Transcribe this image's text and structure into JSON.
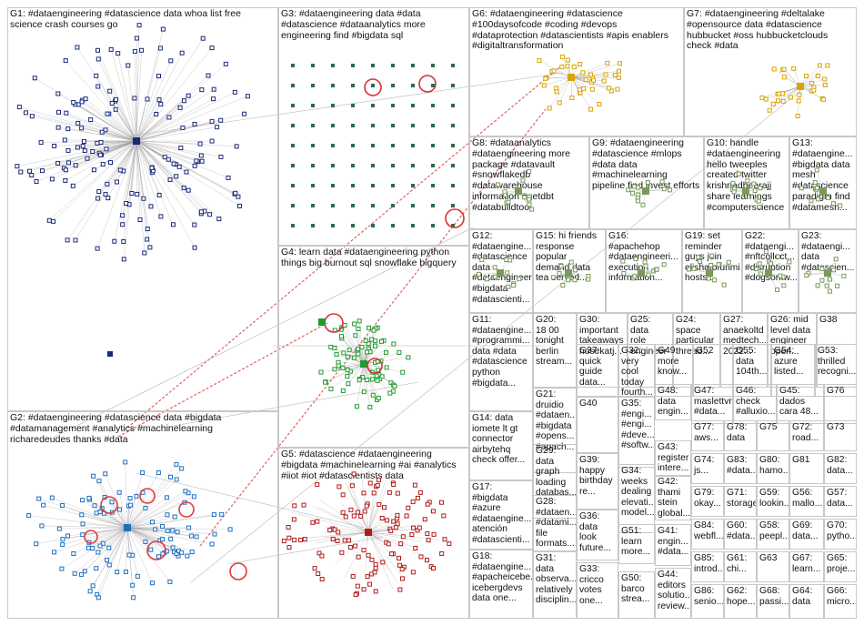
{
  "colors": {
    "G1": "#1a2a7a",
    "G2": "#1f6fbf",
    "G3": "#2e6b4e",
    "G4": "#1f9a2e",
    "G5": "#b31b1b",
    "G6": "#d9a400",
    "G7": "#d9a400",
    "other": "#7a9a5a",
    "edge": "#9a9a9a",
    "cross_edge": "#cc2222"
  },
  "groups": [
    {
      "id": "G1",
      "text": "G1: #dataengineering #datascience data whoa list free\nscience crash courses go"
    },
    {
      "id": "G2",
      "text": "G2: #dataengineering #datascience data #bigdata\n#datamanagement #analytics #machinelearning\nricharedeudes thanks #data"
    },
    {
      "id": "G3",
      "text": "G3: #dataengineering data #data\n#datascience #dataanalytics more\nengineering find #bigdata sql"
    },
    {
      "id": "G4",
      "text": "G4: learn data #dataengineering python\nthings big burnout sql snowflake bigquery"
    },
    {
      "id": "G5",
      "text": "G5: #datascience #dataengineering\n#bigdata #machinelearning #ai #analytics\n#iiot #iot #datascientists data"
    },
    {
      "id": "G6",
      "text": "G6: #dataengineering #datascience\n#100daysofcode #coding #devops\n#dataprotection #datascientists #apis enablers\n#digitaltransformation"
    },
    {
      "id": "G7",
      "text": "G7: #dataengineering #deltalake\n#opensource data #datascience\nhubbucket #oss hubbucketclouds\ncheck #data"
    },
    {
      "id": "G8",
      "text": "G8: #dataanalytics\n#dataengineering more\npackage #datavault\n#snowflakedb\n#datawarehouse\ninformation #getdbt\n#databuildtool"
    },
    {
      "id": "G9",
      "text": "G9: #dataengineering\n#datascience #mlops\n#data data\n#machinelearning\npipeline find invest efforts"
    },
    {
      "id": "G10",
      "text": "G10: handle\n#dataengineering\nhello tweeples\ncreated twitter\nkrishnadheerajj\nshare learnings\n#computerscience"
    },
    {
      "id": "G13",
      "text": "G13:\n#dataengine...\n#bigdata data\nmesh\n#datascience\nparadigm find\n#datamesh..."
    },
    {
      "id": "G12",
      "text": "G12:\n#dataengine...\n#datascience\ndata\n#dataengineer\n#bigdata\n#datascienti..."
    },
    {
      "id": "G15",
      "text": "G15: hi friends\nresponse\npopular\ndemand data\ntea served..."
    },
    {
      "id": "G16",
      "text": "G16:\n#apachehop\n#dataengineeri...\nexecution\ninformation..."
    },
    {
      "id": "G19",
      "text": "G19: set\nreminder\nguys join\nelishatofunmi\nhosts..."
    },
    {
      "id": "G22",
      "text": "G22:\n#dataengi...\n#nftcollect...\n#disruption\n#dogsontw..."
    },
    {
      "id": "G23",
      "text": "G23:\n#dataengi...\ndata\n#datascien..."
    },
    {
      "id": "G20",
      "text": "G20:\n18 00\ntonight\nberlin\nstream..."
    },
    {
      "id": "G30",
      "text": "G30:\nimportant\ntakeaways\nhosekatj..."
    },
    {
      "id": "G25",
      "text": "G25: data\nrole\nengineer"
    },
    {
      "id": "G24",
      "text": "G24:\nspace\nparticular\nthread..."
    },
    {
      "id": "G27",
      "text": "G27:\nanaekoltd\nmedtech...\n2022..."
    },
    {
      "id": "G26",
      "text": "G26: mid\nlevel data\nengineer\nopen..."
    },
    {
      "id": "G38",
      "text": "G38"
    },
    {
      "id": "G11",
      "text": "G11:\n#dataengine...\n#programmi...\ndata #data\n#datascience\npython\n#bigdata..."
    },
    {
      "id": "G21",
      "text": "G21:\ndruidio\n#dataen...\n#bigdata\n#opens...\n#apach..."
    },
    {
      "id": "G37",
      "text": "G37:\nquick\nguide\ndata..."
    },
    {
      "id": "G32",
      "text": "G32:\nvery\ncool\ntoday\nfourth..."
    },
    {
      "id": "G49",
      "text": "G49:\nmore\nknow..."
    },
    {
      "id": "G52",
      "text": "G52"
    },
    {
      "id": "G55",
      "text": "G55:\ndata\n104th..."
    },
    {
      "id": "G54",
      "text": "G54:\nazure\nlisted..."
    },
    {
      "id": "G53",
      "text": "G53:\nthrilled\nrecogni..."
    },
    {
      "id": "G47",
      "text": "G47:\nmaslettvr\n#data..."
    },
    {
      "id": "G46",
      "text": "G46:\ncheck\n#alluxio..."
    },
    {
      "id": "G45",
      "text": "G45:\ndados\ncara 48..."
    },
    {
      "id": "G76",
      "text": "G76"
    },
    {
      "id": "G14",
      "text": "G14: data\niomete lt gt\nconnector\nairbytehq\ncheck offer..."
    },
    {
      "id": "G40",
      "text": "G40"
    },
    {
      "id": "G35",
      "text": "G35:\n#engi...\n#engi...\n#deve...\n#softw..."
    },
    {
      "id": "G48",
      "text": "G48:\ndata\nengin..."
    },
    {
      "id": "G77",
      "text": "G77:\naws..."
    },
    {
      "id": "G78",
      "text": "G78:\ndata"
    },
    {
      "id": "G75",
      "text": "G75"
    },
    {
      "id": "G72",
      "text": "G72:\nroad..."
    },
    {
      "id": "G73",
      "text": "G73"
    },
    {
      "id": "G29",
      "text": "G29:\ndata\ngraph\nloading\ndatabas..."
    },
    {
      "id": "G39",
      "text": "G39:\nhappy\nbirthday\nre..."
    },
    {
      "id": "G43",
      "text": "G43:\nregister\ninterе..."
    },
    {
      "id": "G74",
      "text": "G74:\njs..."
    },
    {
      "id": "G83",
      "text": "G83:\n#data..."
    },
    {
      "id": "G80",
      "text": "G80:\nhamo..."
    },
    {
      "id": "G81",
      "text": "G81"
    },
    {
      "id": "G82",
      "text": "G82:\ndata..."
    },
    {
      "id": "G17",
      "text": "G17: #bigdata\n#azure\n#dataengine...\natención\n#datascienti..."
    },
    {
      "id": "G34",
      "text": "G34:\nweeks\ndealing\nelevati...\nmodel..."
    },
    {
      "id": "G42",
      "text": "G42:\nthami\nstein\nglobal..."
    },
    {
      "id": "G79",
      "text": "G79:\nokay..."
    },
    {
      "id": "G71",
      "text": "G71:\nstorage"
    },
    {
      "id": "G59",
      "text": "G59:\nlookin..."
    },
    {
      "id": "G56",
      "text": "G56:\nmallo..."
    },
    {
      "id": "G57",
      "text": "G57:\ndata..."
    },
    {
      "id": "G28",
      "text": "G28:\n#dataen...\n#datami...\nfile\nformats..."
    },
    {
      "id": "G36",
      "text": "G36:\ndata\nlook\nfuture..."
    },
    {
      "id": "G51",
      "text": "G51:\nlearn\nmore..."
    },
    {
      "id": "G41",
      "text": "G41:\nengin...\n#data..."
    },
    {
      "id": "G84",
      "text": "G84:\nwebfl..."
    },
    {
      "id": "G60",
      "text": "G60:\n#data..."
    },
    {
      "id": "G58",
      "text": "G58:\npeepl..."
    },
    {
      "id": "G69",
      "text": "G69:\ndata..."
    },
    {
      "id": "G70",
      "text": "G70:\npytho..."
    },
    {
      "id": "G18",
      "text": "G18:\n#dataengine...\n#apacheicebe...\nicebergdevs\ndata one..."
    },
    {
      "id": "G31",
      "text": "G31:\ndata\nobserva...\nrelatively\ndisciplin..."
    },
    {
      "id": "G33",
      "text": "G33:\ncricco\nvotes\none..."
    },
    {
      "id": "G50",
      "text": "G50:\nbarco\nstrea..."
    },
    {
      "id": "G44",
      "text": "G44:\neditors\nsolutio...\nreview..."
    },
    {
      "id": "G85",
      "text": "G85:\nintrod..."
    },
    {
      "id": "G61",
      "text": "G61:\nchi..."
    },
    {
      "id": "G63",
      "text": "G63"
    },
    {
      "id": "G67",
      "text": "G67:\nlearn..."
    },
    {
      "id": "G65",
      "text": "G65:\nproje..."
    },
    {
      "id": "G86",
      "text": "G86:\nsenio..."
    },
    {
      "id": "G62",
      "text": "G62:\nhope..."
    },
    {
      "id": "G68",
      "text": "G68:\npassi..."
    },
    {
      "id": "G64",
      "text": "G64:\ndata"
    },
    {
      "id": "G66",
      "text": "G66:\nmicro..."
    }
  ]
}
